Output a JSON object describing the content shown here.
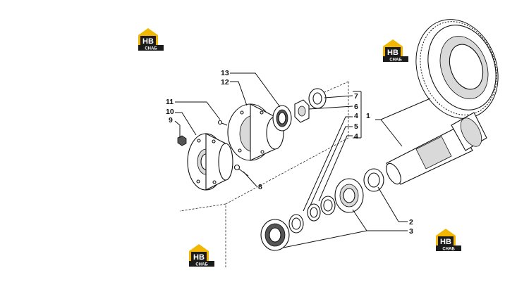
{
  "callouts": {
    "c1": "1",
    "c2": "2",
    "c3": "3",
    "c4a": "4",
    "c4b": "4",
    "c5": "5",
    "c6": "6",
    "c7": "7",
    "c8": "8",
    "c9": "9",
    "c10": "10",
    "c11": "11",
    "c12": "12",
    "c13": "13"
  },
  "logo": {
    "letters": "НВ",
    "caption": "СНАБ",
    "colors": {
      "yellow": "#f2b705",
      "dark": "#1b1b1b"
    }
  }
}
